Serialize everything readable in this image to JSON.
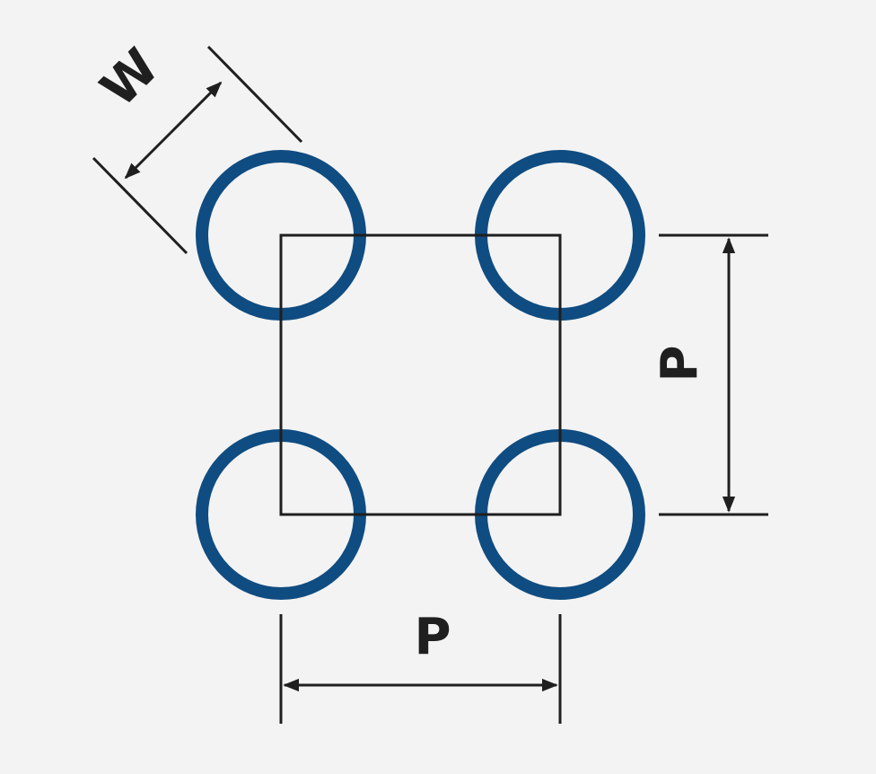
{
  "diagram": {
    "labels": {
      "width": "W",
      "pitch_horizontal": "P",
      "pitch_vertical": "P"
    },
    "colors": {
      "background": "#f3f3f3",
      "hole_ring": "#0f4c81",
      "line": "#1f1f1f"
    },
    "holes": [
      {
        "id": "top-left"
      },
      {
        "id": "top-right"
      },
      {
        "id": "bottom-left"
      },
      {
        "id": "bottom-right"
      }
    ]
  }
}
